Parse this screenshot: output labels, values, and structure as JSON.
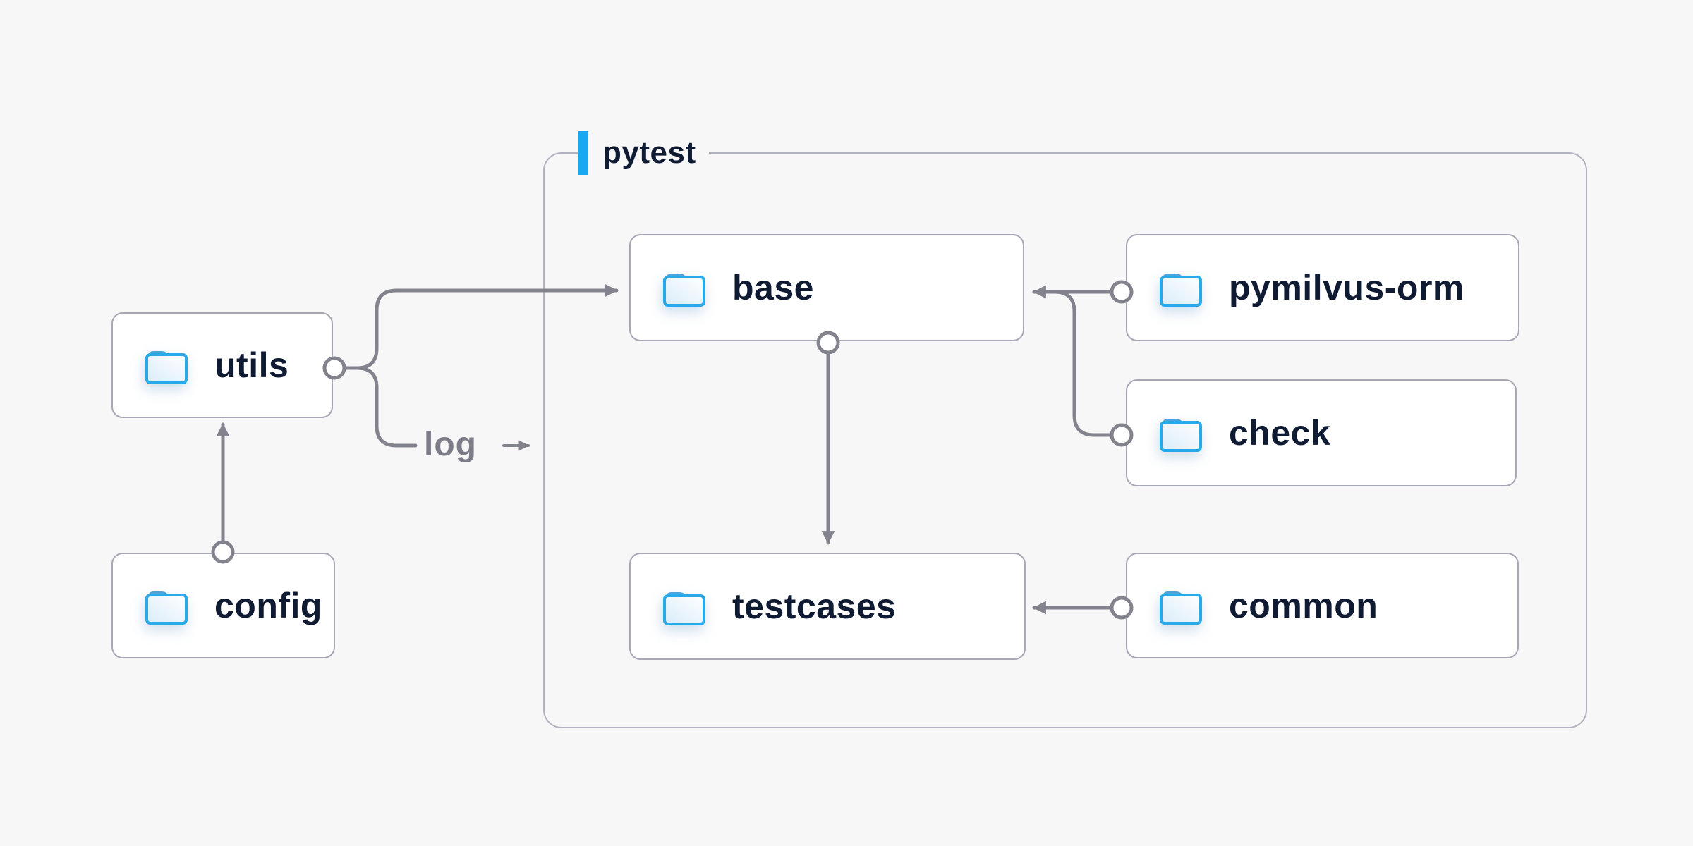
{
  "diagram": {
    "background": "#f7f7f8",
    "accent_blue": "#19a8f2",
    "folder_blue": "#28a9ea",
    "line_gray": "#83838e",
    "text_navy": "#0f1a33",
    "container": {
      "label": "pytest"
    },
    "nodes": [
      {
        "id": "utils",
        "label": "utils",
        "inside_pytest": false
      },
      {
        "id": "config",
        "label": "config",
        "inside_pytest": false
      },
      {
        "id": "base",
        "label": "base",
        "inside_pytest": true
      },
      {
        "id": "pymilvus-orm",
        "label": "pymilvus-orm",
        "inside_pytest": true
      },
      {
        "id": "check",
        "label": "check",
        "inside_pytest": true
      },
      {
        "id": "testcases",
        "label": "testcases",
        "inside_pytest": true
      },
      {
        "id": "common",
        "label": "common",
        "inside_pytest": true
      }
    ],
    "edge_label": "log",
    "edges": [
      {
        "from": "config",
        "to": "utils"
      },
      {
        "from": "utils",
        "to": "base"
      },
      {
        "from": "utils",
        "to": "log"
      },
      {
        "from": "pymilvus-orm",
        "to": "base"
      },
      {
        "from": "check",
        "to": "base"
      },
      {
        "from": "base",
        "to": "testcases"
      },
      {
        "from": "common",
        "to": "testcases"
      }
    ]
  }
}
